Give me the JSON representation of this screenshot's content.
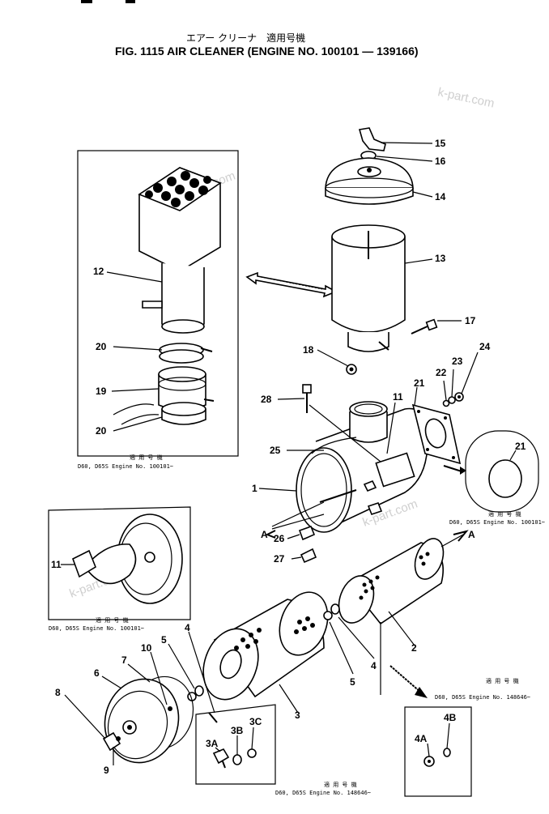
{
  "header": {
    "jp_title": "エアー クリーナ　適用号機",
    "fig_title": "FIG. 1115  AIR  CLEANER  (ENGINE  NO.  100101 — 139166)"
  },
  "watermarks": [
    "k-part.com",
    "k-part.com",
    "k-part.com",
    "k-part.com"
  ],
  "callouts": [
    {
      "id": "15",
      "text": "15"
    },
    {
      "id": "16",
      "text": "16"
    },
    {
      "id": "14",
      "text": "14"
    },
    {
      "id": "13",
      "text": "13"
    },
    {
      "id": "17",
      "text": "17"
    },
    {
      "id": "18",
      "text": "18"
    },
    {
      "id": "12",
      "text": "12"
    },
    {
      "id": "20a",
      "text": "20"
    },
    {
      "id": "19",
      "text": "19"
    },
    {
      "id": "20b",
      "text": "20"
    },
    {
      "id": "21a",
      "text": "21"
    },
    {
      "id": "22",
      "text": "22"
    },
    {
      "id": "23",
      "text": "23"
    },
    {
      "id": "24",
      "text": "24"
    },
    {
      "id": "11a",
      "text": "11"
    },
    {
      "id": "28",
      "text": "28"
    },
    {
      "id": "25",
      "text": "25"
    },
    {
      "id": "1",
      "text": "1"
    },
    {
      "id": "21b",
      "text": "21"
    },
    {
      "id": "A1",
      "text": "A"
    },
    {
      "id": "26",
      "text": "26"
    },
    {
      "id": "27",
      "text": "27"
    },
    {
      "id": "A2",
      "text": "A"
    },
    {
      "id": "11b",
      "text": "11"
    },
    {
      "id": "2",
      "text": "2"
    },
    {
      "id": "4a",
      "text": "4"
    },
    {
      "id": "5a",
      "text": "5"
    },
    {
      "id": "4b",
      "text": "4"
    },
    {
      "id": "5b",
      "text": "5"
    },
    {
      "id": "10",
      "text": "10"
    },
    {
      "id": "7",
      "text": "7"
    },
    {
      "id": "6",
      "text": "6"
    },
    {
      "id": "8",
      "text": "8"
    },
    {
      "id": "9",
      "text": "9"
    },
    {
      "id": "3",
      "text": "3"
    },
    {
      "id": "3A",
      "text": "3A"
    },
    {
      "id": "3B",
      "text": "3B"
    },
    {
      "id": "3C",
      "text": "3C"
    },
    {
      "id": "4A",
      "text": "4A"
    },
    {
      "id": "4B",
      "text": "4B"
    }
  ],
  "notes": {
    "box_top_title": "適 用 号 機",
    "box_top_text": "D60, D65S  Engine  No.  100101~",
    "box_21_title": "適 用 号 機",
    "box_21_text": "D60, D65S  Engine  No.  100101~",
    "box_left_title": "適 用 号 機",
    "box_left_text": "D60, D65S  Engine  No.  100101~",
    "box_right_title": "適 用 号 機",
    "box_right_text": "D60, D65S  Engine No. 148646~",
    "box_bottom_title": "適 用 号 機",
    "box_bottom_text": "D60, D65S  Engine No. 148646~"
  }
}
